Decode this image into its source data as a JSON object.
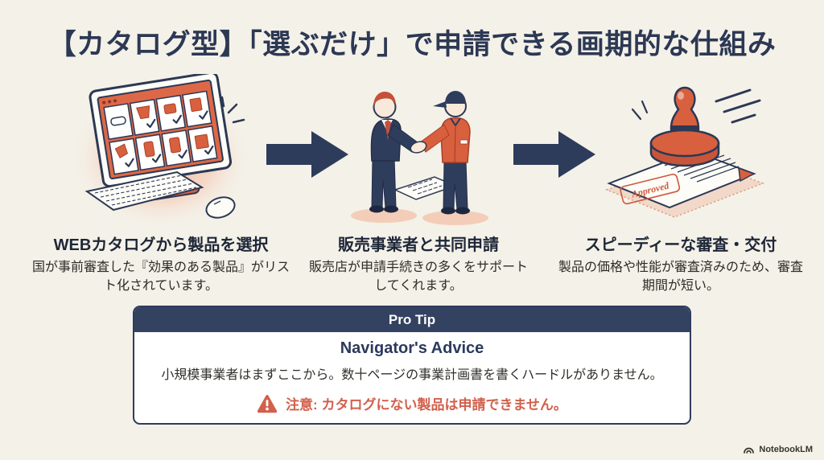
{
  "page": {
    "title": "【カタログ型】「選ぶだけ」で申請できる画期的な仕組み"
  },
  "colors": {
    "background": "#f4f1e8",
    "title_navy": "#2c3854",
    "arrow_navy": "#2e3c5c",
    "accent_orange": "#d8603f",
    "warning_red": "#d2604c",
    "protip_header_bg": "#344262"
  },
  "steps": [
    {
      "illustration": "web-catalog-monitor",
      "heading": "WEBカタログから製品を選択",
      "body": "国が事前審査した『効果のある製品』がリスト化されています。"
    },
    {
      "illustration": "joint-application-handshake",
      "heading": "販売事業者と共同申請",
      "body": "販売店が申請手続きの多くをサポートしてくれます。"
    },
    {
      "illustration": "speedy-approval-stamp",
      "heading": "スピーディーな審査・交付",
      "body": "製品の価格や性能が審査済みのため、審査期間が短い。",
      "stamp_text": "Approved"
    }
  ],
  "pro_tip": {
    "header": "Pro Tip",
    "subheading": "Navigator's Advice",
    "body": "小規模事業者はまずここから。数十ページの事業計画書を書くハードルがありません。",
    "warning": "注意: カタログにない製品は申請できません。"
  },
  "footer": {
    "brand": "NotebookLM"
  }
}
